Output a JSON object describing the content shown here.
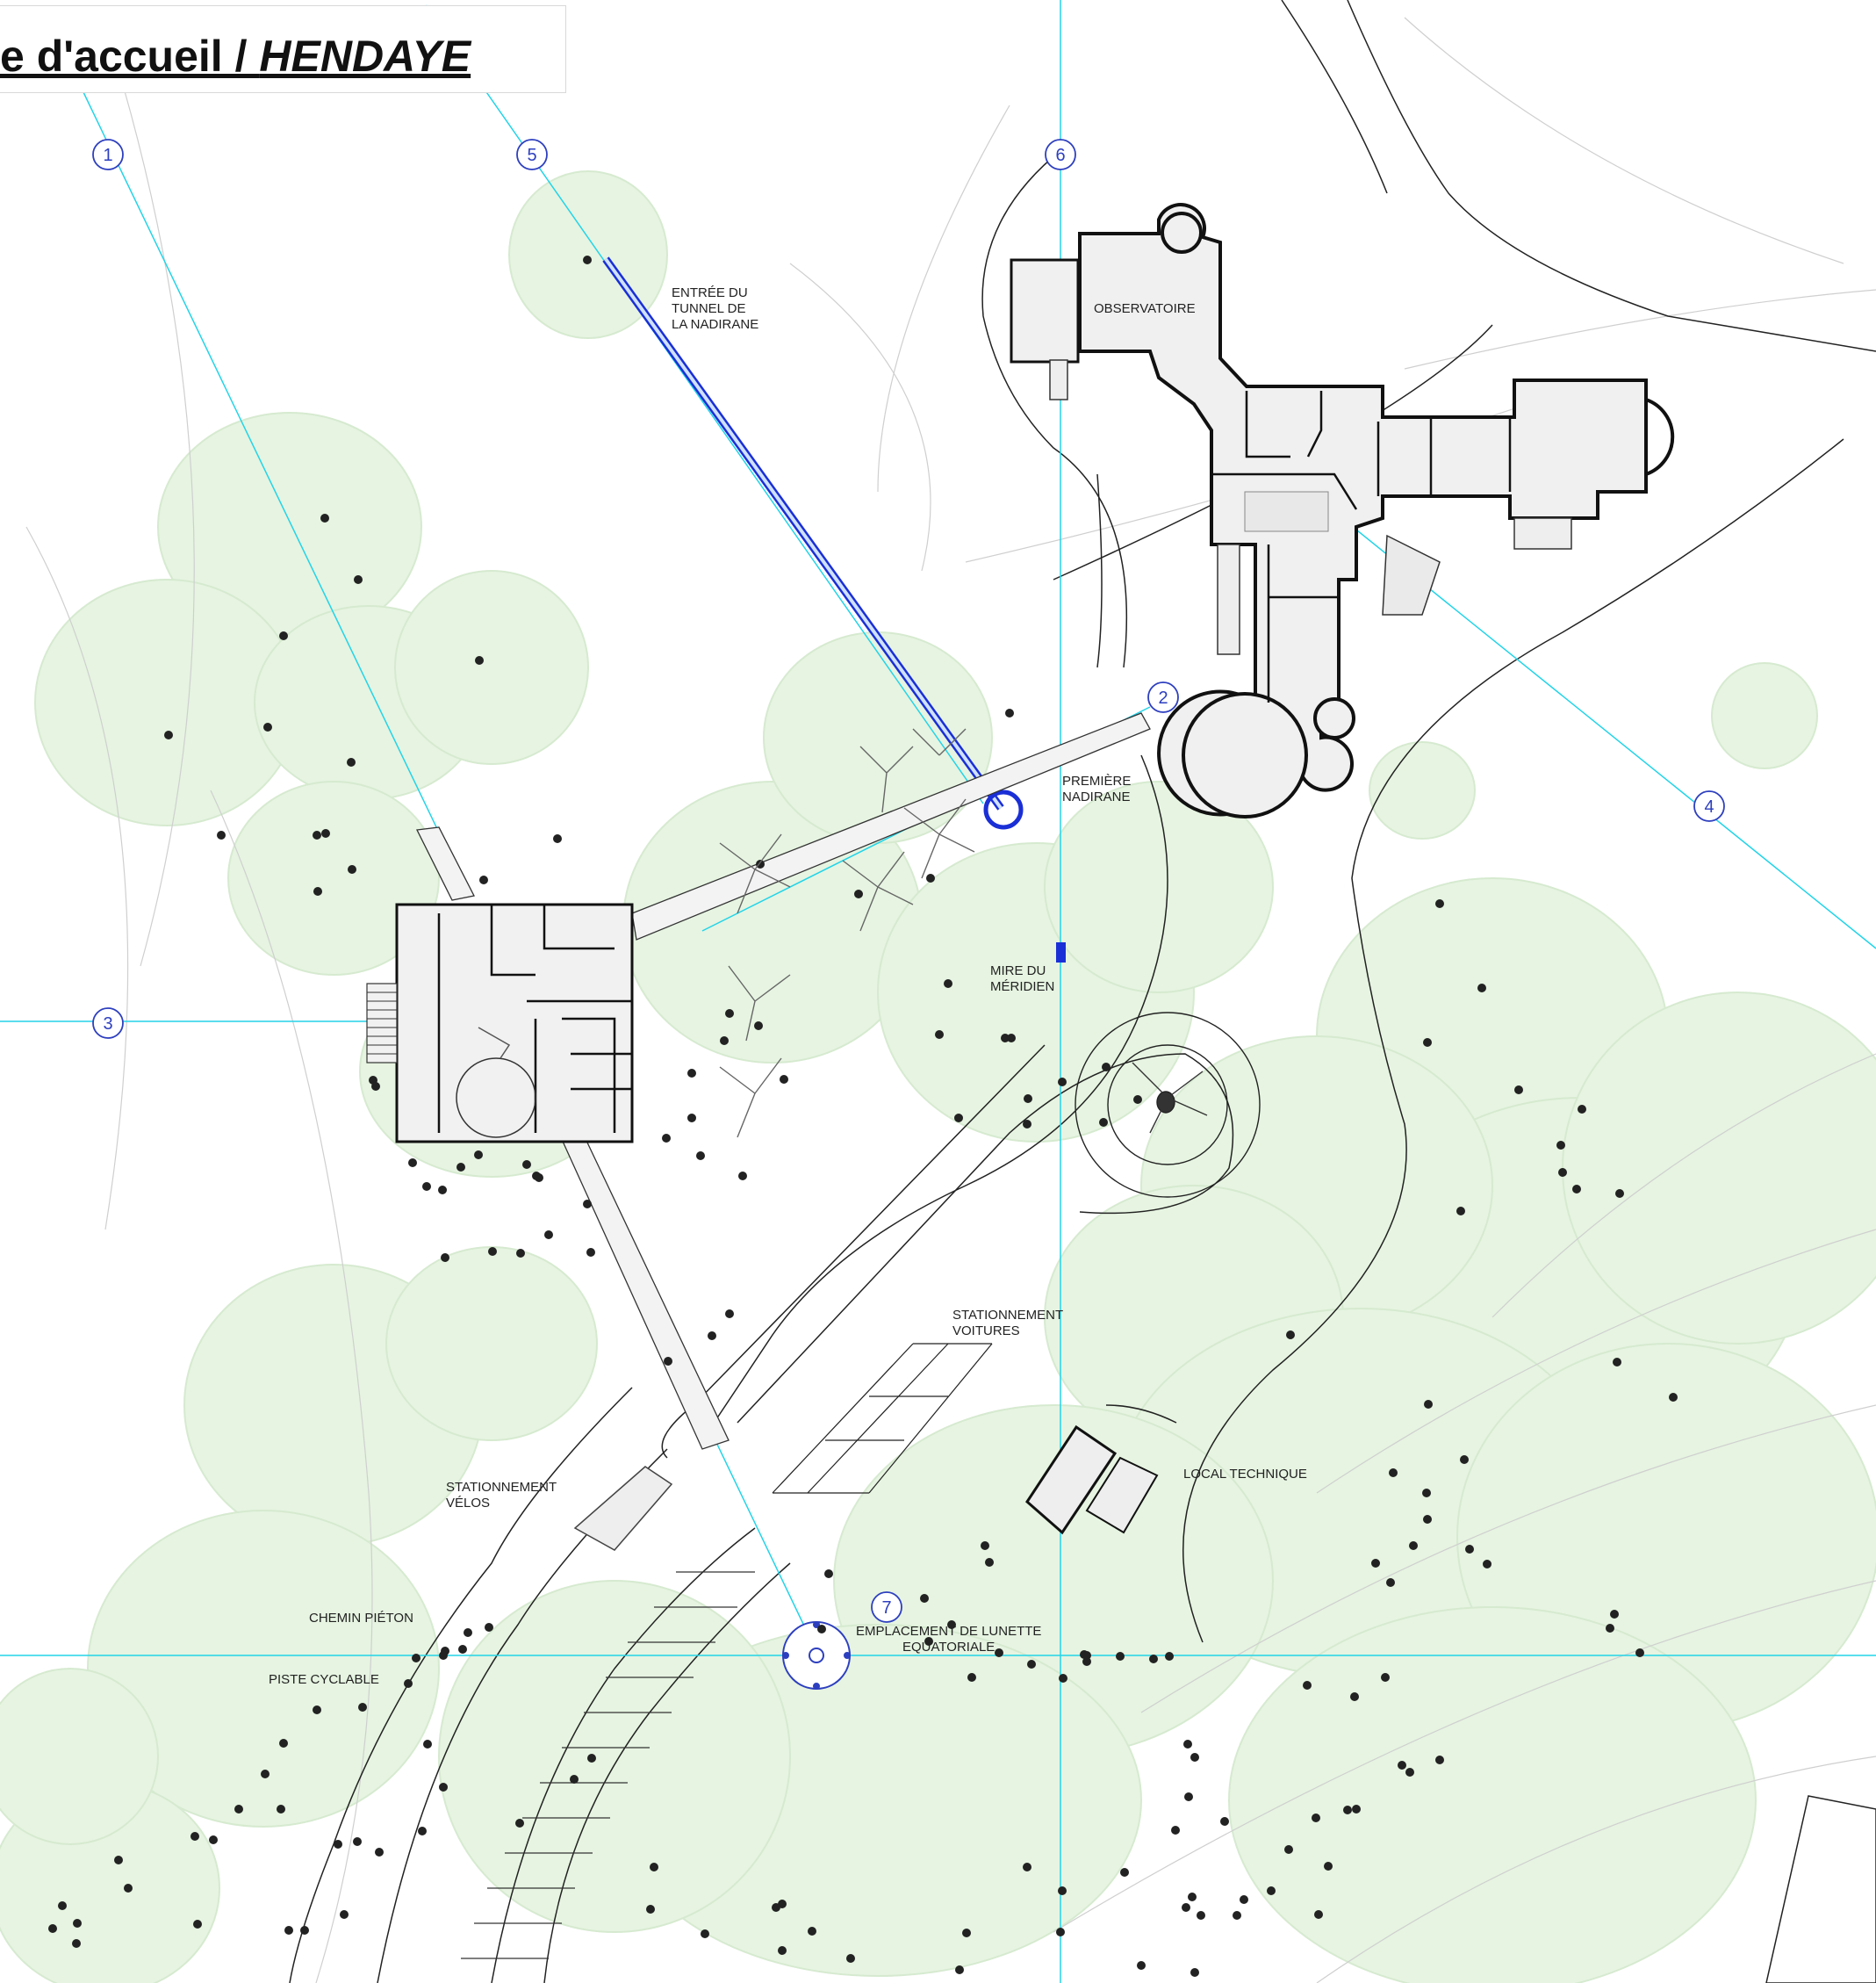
{
  "title": {
    "prefix": "e d'accueil / ",
    "emphasis": "HENDAYE"
  },
  "labels": {
    "tunnel": [
      "ENTRÉE DU",
      "TUNNEL DE",
      "LA NADIRANE"
    ],
    "observatoire": "OBSERVATOIRE",
    "premiere": [
      "PREMIÈRE",
      "NADIRANE"
    ],
    "mire": [
      "MIRE DU",
      "MÉRIDIEN"
    ],
    "stationnement_voitures": [
      "STATIONNEMENT",
      "VOITURES"
    ],
    "local_technique": "LOCAL TECHNIQUE",
    "stationnement_velos": [
      "STATIONNEMENT",
      "VÉLOS"
    ],
    "chemin_pieton": "CHEMIN PIÉTON",
    "piste_cyclable": "PISTE CYCLABLE",
    "lunette": [
      "EMPLACEMENT DE LUNETTE",
      "EQUATORIALE"
    ]
  },
  "axes": [
    "1",
    "2",
    "3",
    "4",
    "5",
    "6",
    "7"
  ],
  "colors": {
    "vegetation": "#e6f4e1",
    "vegetation_edge": "#d2e8cc",
    "axis_line": "#23d4e8",
    "marker": "#2d3fbf",
    "tunnel": "#1a2fd6",
    "building_fill": "#f0f0f0",
    "building_wall": "#111111",
    "contour": "#c8c8c8"
  }
}
